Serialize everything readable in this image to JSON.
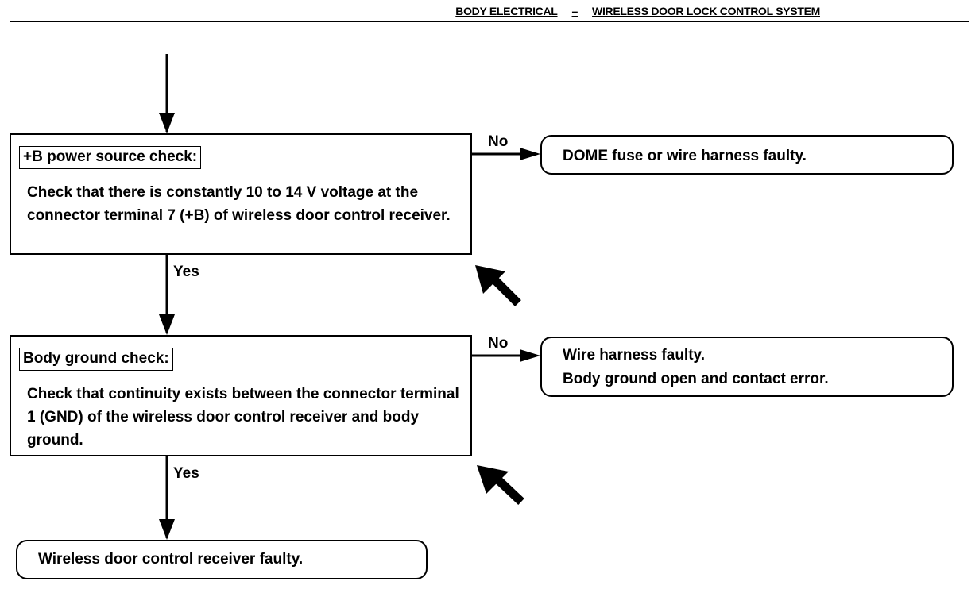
{
  "header": {
    "section": "BODY ELECTRICAL",
    "separator": "–",
    "system": "WIRELESS DOOR LOCK CONTROL SYSTEM"
  },
  "steps": [
    {
      "label": "+B power source check:",
      "body": "Check that there is constantly 10 to 14 V voltage at the connector terminal 7 (+B) of wireless door control receiver.",
      "no_label": "No",
      "yes_label": "Yes",
      "no_result": [
        "DOME fuse or wire harness faulty."
      ]
    },
    {
      "label": "Body ground check:",
      "body": "Check that continuity exists between the connector terminal 1 (GND) of the wireless door control receiver and body ground.",
      "no_label": "No",
      "yes_label": "Yes",
      "no_result": [
        "Wire harness faulty.",
        "Body ground open and contact error."
      ]
    }
  ],
  "final_result": "Wireless door control receiver faulty."
}
